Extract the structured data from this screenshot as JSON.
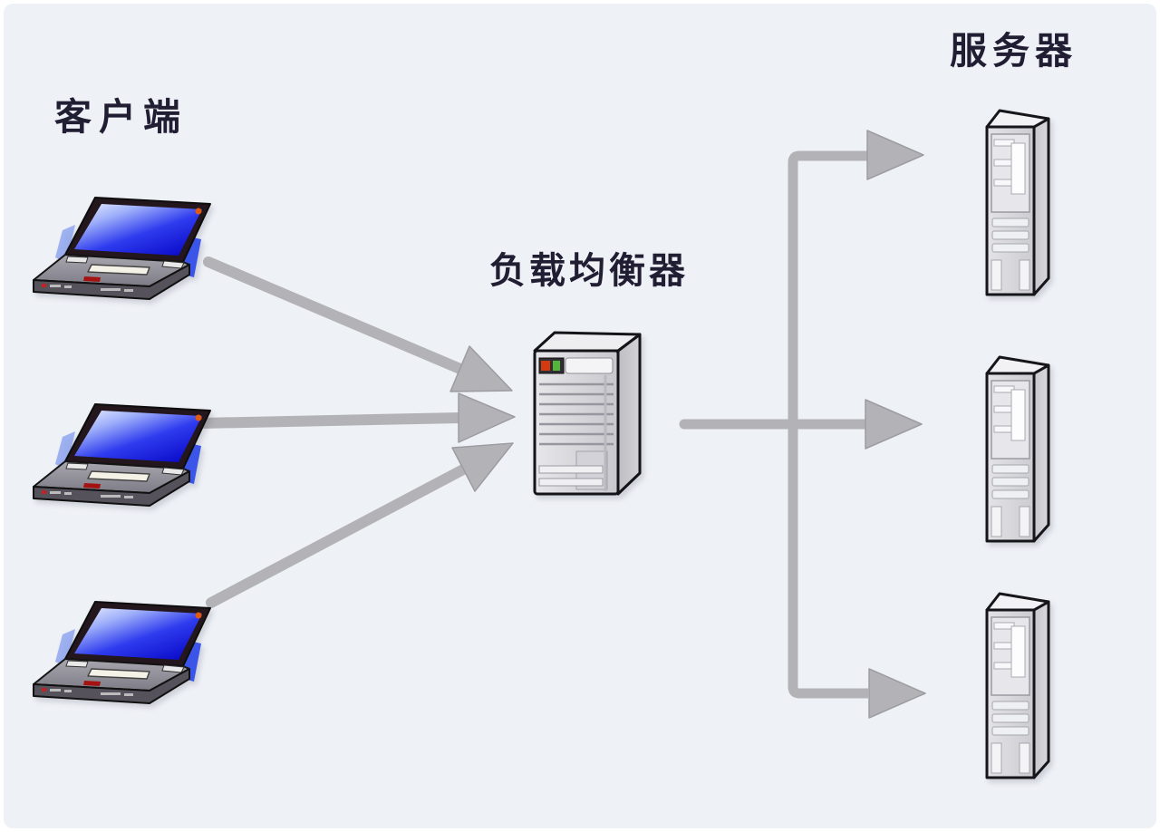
{
  "diagram": {
    "type": "load-balancing-architecture",
    "labels": {
      "clients": "客户端",
      "load_balancer": "负载均衡器",
      "servers": "服务器"
    },
    "nodes": {
      "clients": [
        {
          "id": "client-1",
          "icon": "laptop-icon"
        },
        {
          "id": "client-2",
          "icon": "laptop-icon"
        },
        {
          "id": "client-3",
          "icon": "laptop-icon"
        }
      ],
      "load_balancer": {
        "id": "load-balancer",
        "icon": "server-tower-icon"
      },
      "servers": [
        {
          "id": "server-1",
          "icon": "tower-pc-icon"
        },
        {
          "id": "server-2",
          "icon": "tower-pc-icon"
        },
        {
          "id": "server-3",
          "icon": "tower-pc-icon"
        }
      ]
    },
    "edges": [
      {
        "from": "client-1",
        "to": "load-balancer"
      },
      {
        "from": "client-2",
        "to": "load-balancer"
      },
      {
        "from": "client-3",
        "to": "load-balancer"
      },
      {
        "from": "load-balancer",
        "to": "server-1"
      },
      {
        "from": "load-balancer",
        "to": "server-2"
      },
      {
        "from": "load-balancer",
        "to": "server-3"
      }
    ],
    "colors": {
      "background": "#eef1f6",
      "arrow": "#b3b2b6",
      "arrow_edge": "#9d9ca3",
      "label_text": "#211d33",
      "laptop_screen_blue": "#2230e8",
      "led_red": "#d43a10",
      "led_green": "#54b33c",
      "device_gray": "#d7d7db"
    }
  }
}
